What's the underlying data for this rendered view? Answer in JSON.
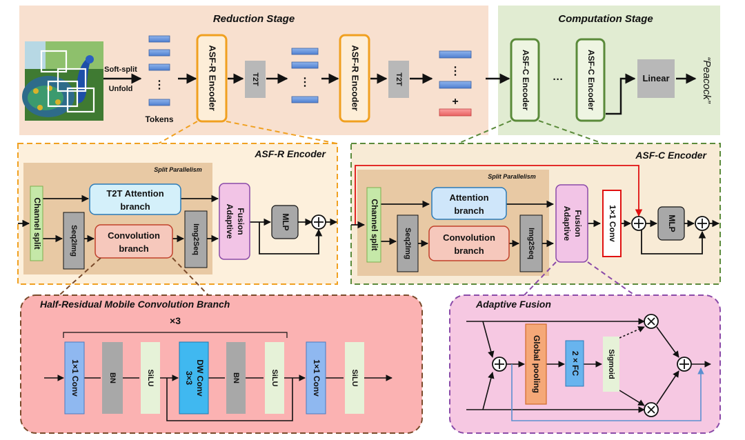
{
  "stages": {
    "reduction": "Reduction Stage",
    "computation": "Computation Stage"
  },
  "top": {
    "soft_split": "Soft-split",
    "unfold": "Unfold",
    "tokens": "Tokens",
    "dots": "⋮",
    "asfr_encoder": "ASF-R Encoder",
    "t2t": "T2T",
    "plus": "+",
    "asfc_encoder": "ASF-C Encoder",
    "ellipsis": "···",
    "linear": "Linear",
    "output": "“Peacock”"
  },
  "asfr_panel": {
    "title": "ASF-R Encoder",
    "split_parallelism": "Split Parallelism",
    "channel_split": "Channel split",
    "seq2img": "Seq2Img",
    "attention_line1": "T2T Attention",
    "attention_line2": "branch",
    "conv_line1": "Convolution",
    "conv_line2": "branch",
    "img2seq": "Img2Seq",
    "fusion_line1": "Adaptive",
    "fusion_line2": "Fusion",
    "mlp": "MLP"
  },
  "asfc_panel": {
    "title": "ASF-C Encoder",
    "split_parallelism": "Split Parallelism",
    "channel_split": "Channel split",
    "seq2img": "Seq2Img",
    "attention_line1": "Attention",
    "attention_line2": "branch",
    "conv_line1": "Convolution",
    "conv_line2": "branch",
    "img2seq": "Img2Seq",
    "fusion_line1": "Adaptive",
    "fusion_line2": "Fusion",
    "conv1x1": "1×1 Conv",
    "mlp": "MLP"
  },
  "conv_branch": {
    "title": "Half-Residual Mobile Convolution Branch",
    "repeat": "×3",
    "conv1x1_a": "1×1 Conv",
    "bn_a": "BN",
    "silu_a": "SiLU",
    "dw_line1": "3×3",
    "dw_line2": "DW Conv",
    "bn_b": "BN",
    "silu_b": "SiLU",
    "conv1x1_b": "1×1 Conv",
    "silu_c": "SiLU"
  },
  "fusion_panel": {
    "title": "Adaptive Fusion",
    "global_pooling": "Global pooling",
    "fc": "2 × FC",
    "sigmoid": "Sigmoid"
  },
  "colors": {
    "reduction_bg": "#f8e0cf",
    "computation_bg": "#e1ecd2",
    "asfr_border": "#f0a020",
    "asfc_border": "#5a8a3a",
    "attention_fill": "#d4f0fa",
    "conv_fill": "#f6c8bc",
    "fusion_fill": "#f2c4e6",
    "conv_panel_bg": "#fbb2b2",
    "fusion_panel_bg": "#f6c8e2",
    "red_line": "#e01010"
  }
}
